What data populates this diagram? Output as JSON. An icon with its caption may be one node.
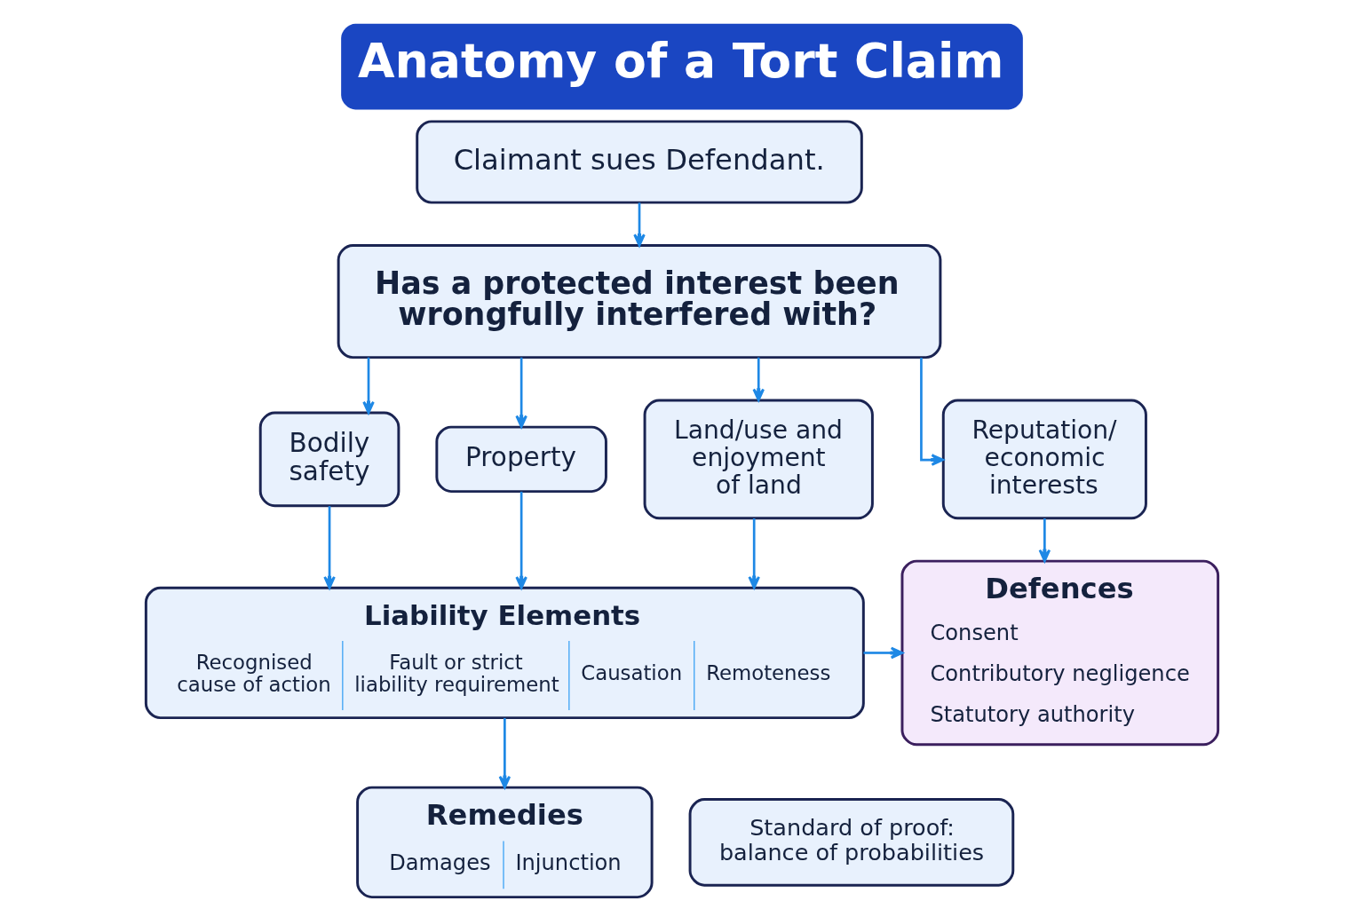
{
  "diagram": {
    "title": "Anatomy of a Tort Claim",
    "nodes": [
      {
        "text": [
          "Claimant sues Defendant."
        ]
      },
      {
        "text": [
          "Has a protected interest been wrongfully interfered with?"
        ]
      },
      {
        "text": [
          "Bodily safety"
        ]
      },
      {
        "text": [
          "Property"
        ]
      },
      {
        "text": [
          "Land/use and enjoyment of land"
        ]
      },
      {
        "text": [
          "Reputation/ economic interests"
        ]
      },
      {
        "text": [
          "Liability Elements",
          "Recognised cause of action",
          "Fault or strict liability requirement",
          "Causation",
          "Remoteness"
        ]
      },
      {
        "text": [
          "Defences",
          "Consent",
          "Contributory negligence",
          "Statutory authority"
        ]
      },
      {
        "text": [
          "Remedies",
          "Damages",
          "Injunction"
        ]
      },
      {
        "text": [
          "Standard of proof: balance of probabilities"
        ]
      }
    ],
    "edges": [
      {
        "from": 0,
        "to": 1,
        "arrow": "to"
      },
      {
        "from": 1,
        "to": 2,
        "arrow": "to"
      },
      {
        "from": 1,
        "to": 3,
        "arrow": "to"
      },
      {
        "from": 1,
        "to": 4,
        "arrow": "to"
      },
      {
        "from": 1,
        "to": 5,
        "arrow": "to"
      },
      {
        "from": 2,
        "to": 6,
        "arrow": "to"
      },
      {
        "from": 3,
        "to": 6,
        "arrow": "to"
      },
      {
        "from": 4,
        "to": 6,
        "arrow": "to"
      },
      {
        "from": 5,
        "to": 7,
        "arrow": "to"
      },
      {
        "from": 6,
        "to": 7,
        "arrow": "to"
      },
      {
        "from": 6,
        "to": 8,
        "arrow": "to"
      }
    ]
  }
}
